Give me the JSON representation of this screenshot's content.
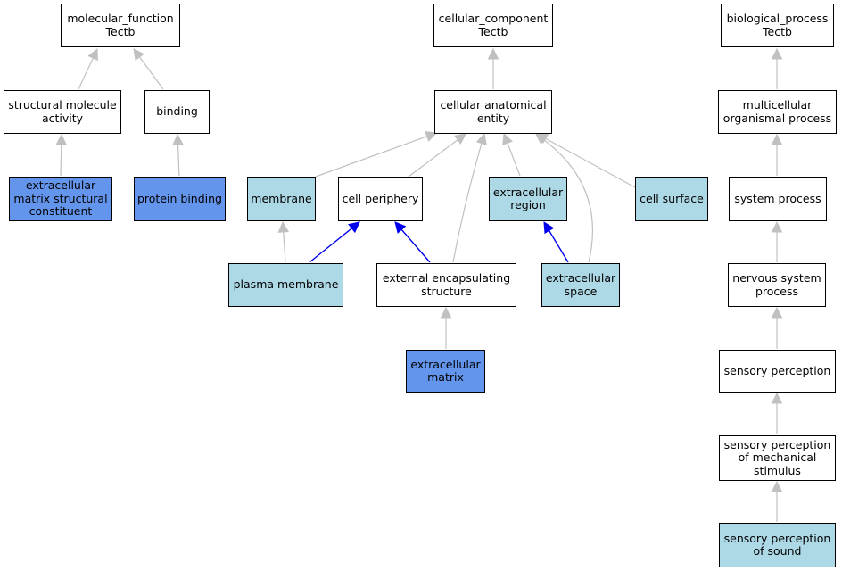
{
  "colors": {
    "node_plain": "#ffffff",
    "node_dark": "#6495ed",
    "node_light": "#add8e6",
    "edge_gray": "#c0c0c0",
    "edge_blue": "#0000ee"
  },
  "nodes": {
    "mf": {
      "label": "molecular_function\nTectb",
      "tone": "plain"
    },
    "sma": {
      "label": "structural molecule\nactivity",
      "tone": "plain"
    },
    "bnd": {
      "label": "binding",
      "tone": "plain"
    },
    "emsc": {
      "label": "extracellular\nmatrix structural\nconstituent",
      "tone": "dark"
    },
    "pb": {
      "label": "protein binding",
      "tone": "dark"
    },
    "cc": {
      "label": "cellular_component\nTectb",
      "tone": "plain"
    },
    "cae": {
      "label": "cellular anatomical\nentity",
      "tone": "plain"
    },
    "mem": {
      "label": "membrane",
      "tone": "light"
    },
    "cp": {
      "label": "cell periphery",
      "tone": "plain"
    },
    "ecr": {
      "label": "extracellular\nregion",
      "tone": "light"
    },
    "cs": {
      "label": "cell surface",
      "tone": "light"
    },
    "pm": {
      "label": "plasma membrane",
      "tone": "light"
    },
    "ees": {
      "label": "external encapsulating\nstructure",
      "tone": "plain"
    },
    "ecs": {
      "label": "extracellular\nspace",
      "tone": "light"
    },
    "ecm": {
      "label": "extracellular\nmatrix",
      "tone": "dark"
    },
    "bp": {
      "label": "biological_process\nTectb",
      "tone": "plain"
    },
    "mop": {
      "label": "multicellular\norganismal process",
      "tone": "plain"
    },
    "sp": {
      "label": "system process",
      "tone": "plain"
    },
    "nsp": {
      "label": "nervous system\nprocess",
      "tone": "plain"
    },
    "spc": {
      "label": "sensory perception",
      "tone": "plain"
    },
    "spm": {
      "label": "sensory perception\nof mechanical\nstimulus",
      "tone": "plain"
    },
    "sps": {
      "label": "sensory perception\nof sound",
      "tone": "light"
    }
  },
  "edges": [
    {
      "from": "sma",
      "to": "mf",
      "style": "gray"
    },
    {
      "from": "bnd",
      "to": "mf",
      "style": "gray"
    },
    {
      "from": "emsc",
      "to": "sma",
      "style": "gray"
    },
    {
      "from": "pb",
      "to": "bnd",
      "style": "gray"
    },
    {
      "from": "cae",
      "to": "cc",
      "style": "gray"
    },
    {
      "from": "mem",
      "to": "cae",
      "style": "gray"
    },
    {
      "from": "cp",
      "to": "cae",
      "style": "gray"
    },
    {
      "from": "ees",
      "to": "cae",
      "style": "gray"
    },
    {
      "from": "ecr",
      "to": "cae",
      "style": "gray"
    },
    {
      "from": "ecs",
      "to": "cae",
      "style": "gray"
    },
    {
      "from": "cs",
      "to": "cae",
      "style": "gray"
    },
    {
      "from": "pm",
      "to": "mem",
      "style": "gray"
    },
    {
      "from": "pm",
      "to": "cp",
      "style": "blue"
    },
    {
      "from": "ees",
      "to": "cp",
      "style": "blue"
    },
    {
      "from": "ecs",
      "to": "ecr",
      "style": "blue"
    },
    {
      "from": "ecm",
      "to": "ees",
      "style": "gray"
    },
    {
      "from": "mop",
      "to": "bp",
      "style": "gray"
    },
    {
      "from": "sp",
      "to": "mop",
      "style": "gray"
    },
    {
      "from": "nsp",
      "to": "sp",
      "style": "gray"
    },
    {
      "from": "spc",
      "to": "nsp",
      "style": "gray"
    },
    {
      "from": "spm",
      "to": "spc",
      "style": "gray"
    },
    {
      "from": "sps",
      "to": "spm",
      "style": "gray"
    }
  ]
}
